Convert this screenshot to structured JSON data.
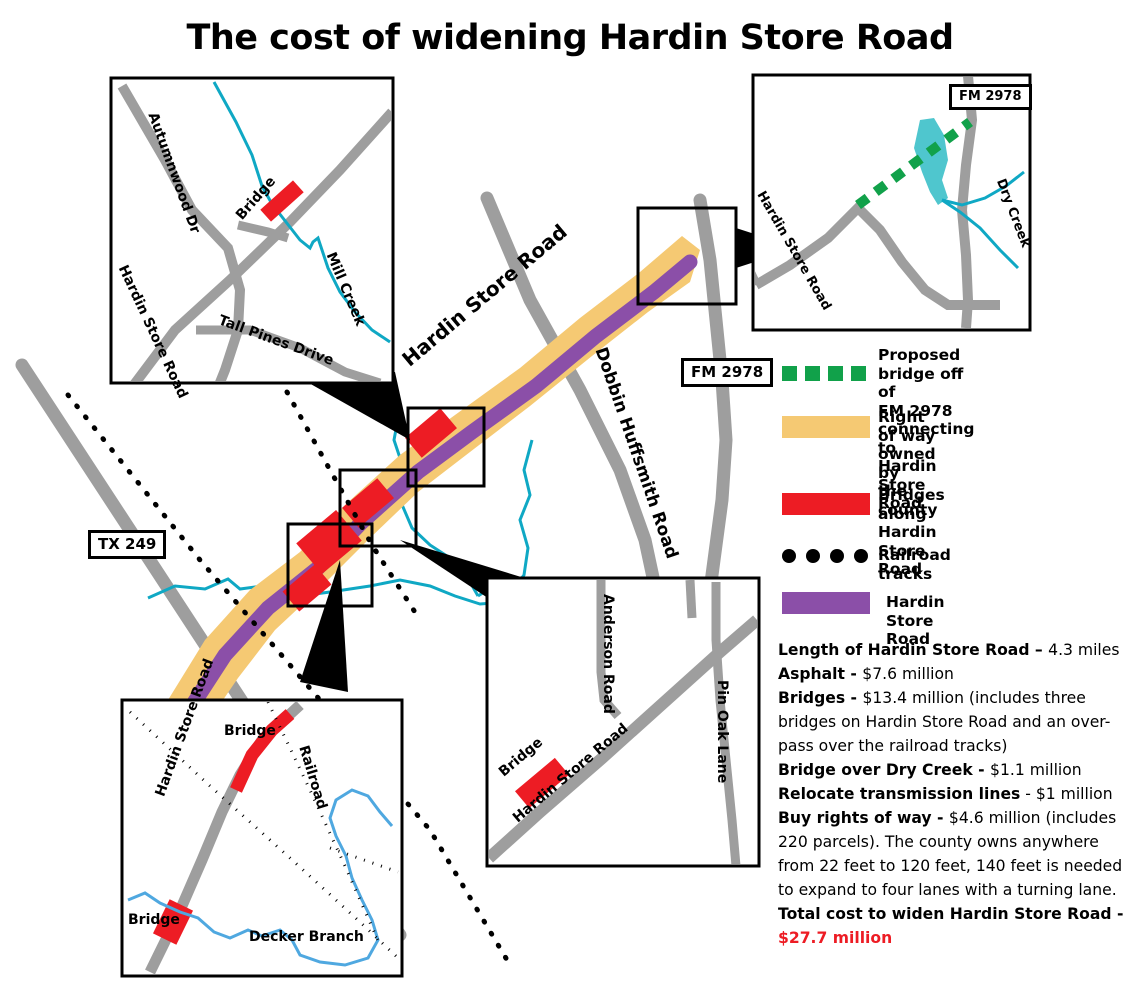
{
  "title": "The cost of widening Hardin Store Road",
  "colors": {
    "proposed_bridge_green": "#11A14A",
    "right_of_way_orange": "#F5C973",
    "bridge_red": "#ED1C24",
    "railroad_black": "#000000",
    "hardin_store_road_purple": "#8B4FA8",
    "road_gray": "#9E9E9E",
    "creek_teal": "#0FA8C4",
    "water_body_teal": "#4FC6CE",
    "total_cost_red": "#ED1C24"
  },
  "legend": {
    "items": [
      {
        "swatch": "green-dashed-line",
        "label": "Proposed bridge off of\nFM 2978 connecting to\nHardin Store Road"
      },
      {
        "swatch": "orange-bar",
        "label": "Right of way owned by\nthe county"
      },
      {
        "swatch": "red-bar",
        "label": "Bridges along Hardin\nStore Road"
      },
      {
        "swatch": "black-dotted-line",
        "label": "Railroad tracks"
      },
      {
        "swatch": "purple-bar",
        "label": "Hardin Store Road"
      }
    ]
  },
  "costs": {
    "lines": [
      {
        "bold": "Length of Hardin Store Road – ",
        "rest": "4.3 miles"
      },
      {
        "bold": "Asphalt - ",
        "rest": "$7.6 million"
      },
      {
        "bold": "Bridges - ",
        "rest": "$13.4 million (includes three bridges on Hardin Store Road and an over-pass over the railroad tracks)"
      },
      {
        "bold": "Bridge over Dry Creek - ",
        "rest": "$1.1 million"
      },
      {
        "bold": "Relocate transmission lines",
        "rest": " - $1 million"
      },
      {
        "bold": "Buy rights of way - ",
        "rest": "$4.6 million (includes 220 parcels). The county owns anywhere from 22 feet to 120 feet, 140 feet is needed to expand to four lanes with a turning lane."
      }
    ],
    "total_label": "Total cost to widen Hardin Store Road - ",
    "total_value": "$27.7 million"
  },
  "main_map": {
    "road_labels": [
      {
        "text": "Hardin Store Road"
      },
      {
        "text": "Dobbin Huffsmith Road"
      }
    ],
    "shield_labels": [
      {
        "text": "FM 2978"
      },
      {
        "text": "TX 249"
      }
    ]
  },
  "insets": {
    "top_left": {
      "labels": [
        "Autumnwood Dr",
        "Bridge",
        "Mill Creek",
        "Hardin Store Road",
        "Tall Pines Drive"
      ]
    },
    "top_right": {
      "labels": [
        "FM 2978",
        "Hardin Store Road",
        "Dry Creek"
      ]
    },
    "bottom_left": {
      "labels": [
        "Bridge",
        "Railroad",
        "Hardin Store Road",
        "Bridge",
        "Decker Branch"
      ]
    },
    "bottom_right": {
      "labels": [
        "Anderson Road",
        "Pin Oak Lane",
        "Bridge",
        "Hardin Store Road"
      ]
    }
  }
}
